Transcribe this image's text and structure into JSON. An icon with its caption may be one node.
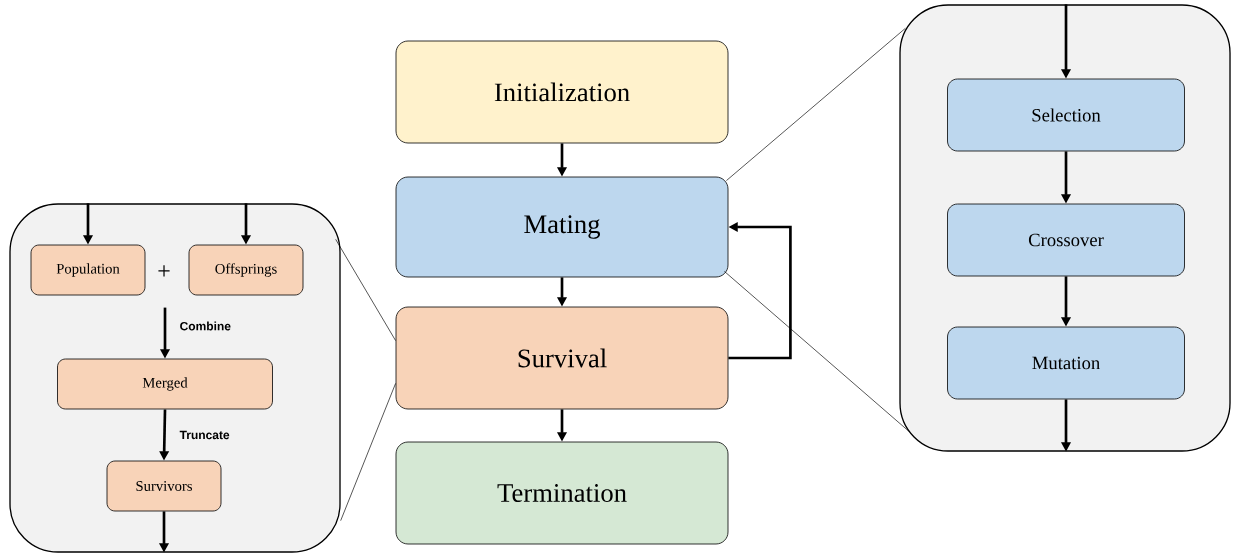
{
  "diagram": {
    "nodes": [
      {
        "text": [
          "Initialization"
        ]
      },
      {
        "text": [
          "Mating"
        ]
      },
      {
        "text": [
          "Survival"
        ]
      },
      {
        "text": [
          "Termination"
        ]
      },
      {
        "text": [],
        "shape": "box"
      },
      {
        "text": [
          "Population"
        ],
        "in": 4
      },
      {
        "text": [
          "Offsprings"
        ],
        "in": 4
      },
      {
        "text": [
          "Merged"
        ],
        "in": 4
      },
      {
        "text": [
          "Survivors"
        ],
        "in": 4
      },
      {
        "text": [],
        "shape": "box"
      },
      {
        "text": [
          "Selection"
        ],
        "in": 9
      },
      {
        "text": [
          "Crossover"
        ],
        "in": 9
      },
      {
        "text": [
          "Mutation"
        ],
        "in": 9
      }
    ],
    "edges": [
      {
        "from": 0,
        "to": 1,
        "arrow": "to"
      },
      {
        "from": 1,
        "to": 2,
        "arrow": "to"
      },
      {
        "from": 2,
        "to": 3,
        "arrow": "to"
      },
      {
        "from": 2,
        "to": 1,
        "arrow": "to"
      },
      {
        "from": 1,
        "to": 9,
        "arrow": "none"
      },
      {
        "from": 1,
        "to": 9,
        "arrow": "none"
      },
      {
        "from": 2,
        "to": 4,
        "arrow": "none"
      },
      {
        "from": 2,
        "to": 4,
        "arrow": "none"
      },
      {
        "from": null,
        "to": 5,
        "arrow": "to"
      },
      {
        "from": null,
        "to": 6,
        "arrow": "to"
      },
      {
        "from": null,
        "to": 7,
        "arrow": "to",
        "label": "Combine"
      },
      {
        "from": 7,
        "to": 8,
        "arrow": "to",
        "label": "Truncate"
      },
      {
        "from": 8,
        "to": null,
        "arrow": "to"
      },
      {
        "from": null,
        "to": 10,
        "arrow": "to"
      },
      {
        "from": 10,
        "to": 11,
        "arrow": "to"
      },
      {
        "from": 11,
        "to": 12,
        "arrow": "to"
      },
      {
        "from": 12,
        "to": null,
        "arrow": "to"
      }
    ],
    "labels": [
      "+"
    ]
  }
}
